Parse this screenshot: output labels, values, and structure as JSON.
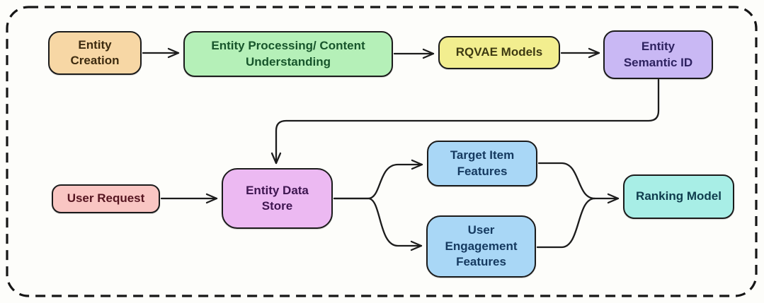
{
  "diagram": {
    "background_color": "#fdfdfa",
    "frame_color": "#161616",
    "wire_color": "#1c1c1c"
  },
  "nodes": [
    {
      "id": "entity-creation",
      "label": "Entity\nCreation",
      "fill": "#f7d7a5",
      "text_color": "#3d2b10"
    },
    {
      "id": "entity-processing-content-understanding",
      "label": "Entity Processing/ Content\nUnderstanding",
      "fill": "#b5f0b8",
      "text_color": "#17552b"
    },
    {
      "id": "rqvae-models",
      "label": "RQVAE Models",
      "fill": "#f2ee8f",
      "text_color": "#3e3a12"
    },
    {
      "id": "entity-semantic-id",
      "label": "Entity\nSemantic ID",
      "fill": "#c9b8f4",
      "text_color": "#2e2260"
    },
    {
      "id": "user-request",
      "label": "User Request",
      "fill": "#f9c6c3",
      "text_color": "#551520"
    },
    {
      "id": "entity-data-store",
      "label": "Entity Data\nStore",
      "fill": "#ecb9f2",
      "text_color": "#3e1650"
    },
    {
      "id": "target-item-features",
      "label": "Target Item\nFeatures",
      "fill": "#a9d7f6",
      "text_color": "#153a60"
    },
    {
      "id": "user-engagement-features",
      "label": "User\nEngagement\nFeatures",
      "fill": "#a9d7f6",
      "text_color": "#153a60"
    },
    {
      "id": "ranking-model",
      "label": "Ranking Model",
      "fill": "#a8eee6",
      "text_color": "#0f3c4d"
    }
  ],
  "edges": [
    {
      "from": "entity-creation",
      "to": "entity-processing-content-understanding"
    },
    {
      "from": "entity-processing-content-understanding",
      "to": "rqvae-models"
    },
    {
      "from": "rqvae-models",
      "to": "entity-semantic-id"
    },
    {
      "from": "entity-semantic-id",
      "to": "entity-data-store"
    },
    {
      "from": "user-request",
      "to": "entity-data-store"
    },
    {
      "from": "entity-data-store",
      "to": "target-item-features"
    },
    {
      "from": "entity-data-store",
      "to": "user-engagement-features"
    },
    {
      "from": "target-item-features",
      "to": "ranking-model"
    },
    {
      "from": "user-engagement-features",
      "to": "ranking-model"
    }
  ]
}
